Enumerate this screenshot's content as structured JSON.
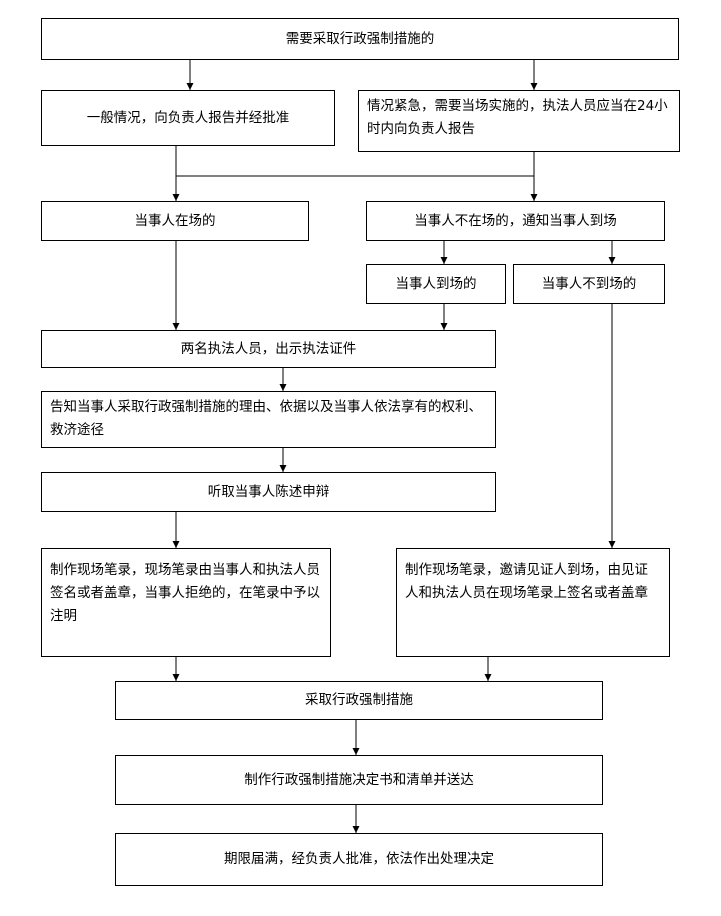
{
  "flowchart": {
    "need": "需要采取行政强制措施的",
    "general": "一般情况，向负责人报告并经批准",
    "urgent": "情况紧急，需要当场实施的，执法人员应当在24小时内向负责人报告",
    "party_present": "当事人在场的",
    "party_absent_notify": "当事人不在场的，通知当事人到场",
    "party_arrives": "当事人到场的",
    "party_not_arrive": "当事人不到场的",
    "two_officers": "两名执法人员，出示执法证件",
    "inform": "告知当事人采取行政强制措施的理由、依据以及当事人依法享有的权利、救济途径",
    "hear": "听取当事人陈述申辩",
    "record_signed": "制作现场笔录，现场笔录由当事人和执法人员签名或者盖章，当事人拒绝的，在笔录中予以注明",
    "record_witness": "制作现场笔录，邀请见证人到场，由见证人和执法人员在现场笔录上签名或者盖章",
    "take_measures": "采取行政强制措施",
    "make_decision": "制作行政强制措施决定书和清单并送达",
    "final": "期限届满，经负责人批准，依法作出处理决定"
  }
}
